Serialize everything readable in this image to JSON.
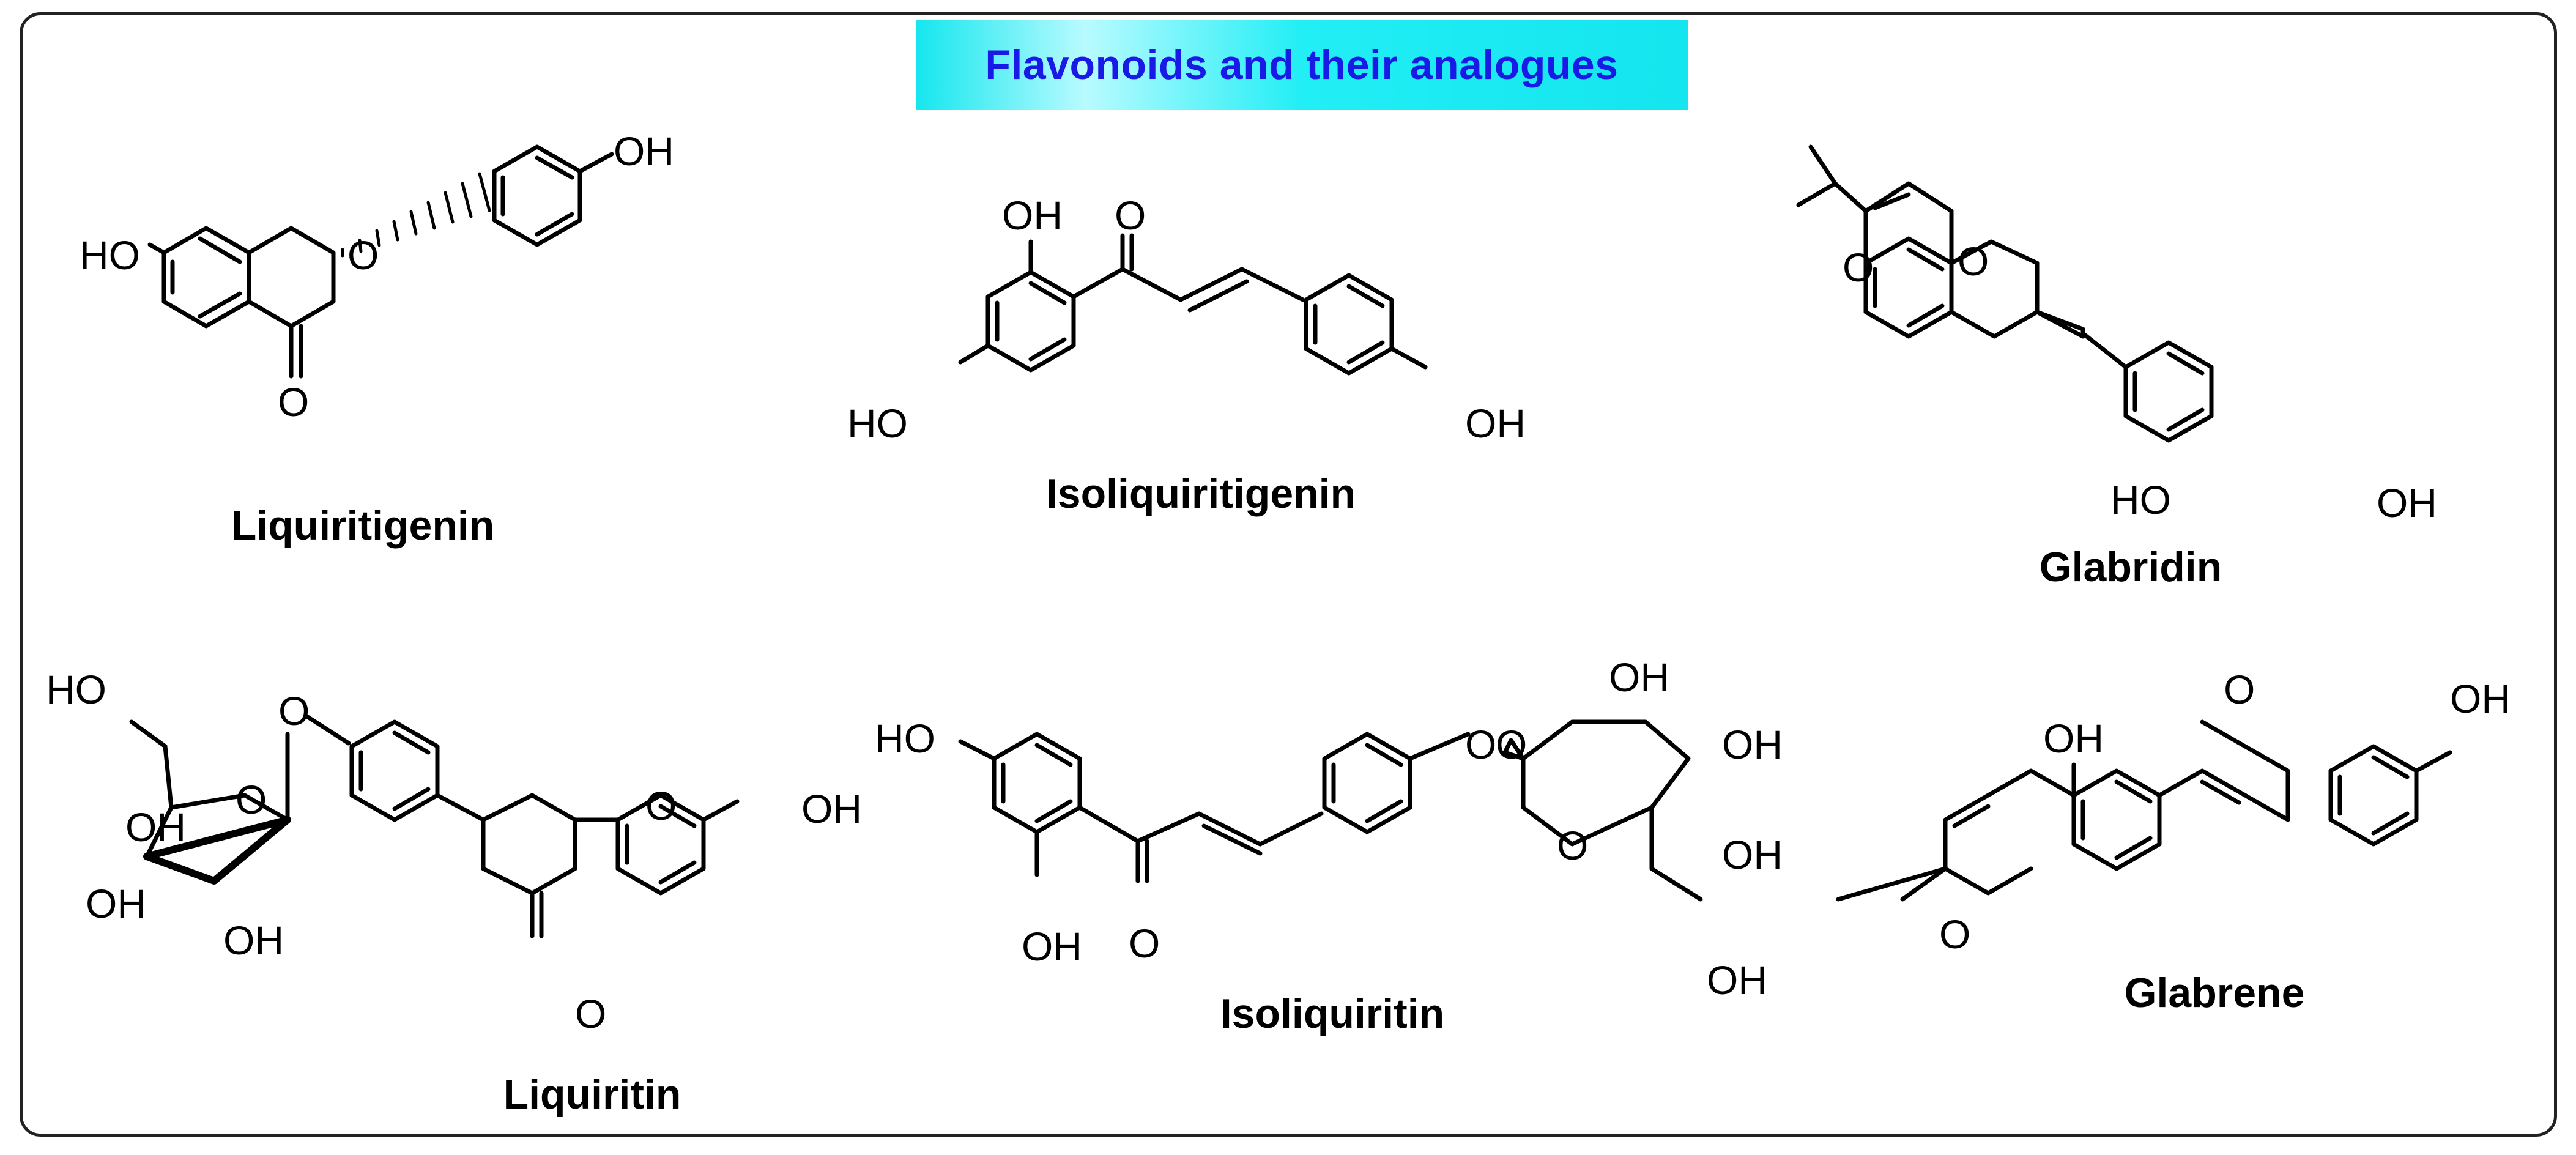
{
  "title": "Flavonoids and their analogues",
  "compounds": [
    {
      "name": "Liquiritigenin",
      "labels": [
        "HO",
        "O",
        "OH",
        "O"
      ]
    },
    {
      "name": "Isoliquiritigenin",
      "labels": [
        "OH",
        "O",
        "HO",
        "OH"
      ]
    },
    {
      "name": "Glabridin",
      "labels": [
        "O",
        "O",
        "HO",
        "OH"
      ]
    },
    {
      "name": "Liquiritin",
      "labels": [
        "HO",
        "O",
        "O",
        "OH",
        "OH",
        "OH",
        "O",
        "OH",
        "O"
      ]
    },
    {
      "name": "Isoliquiritin",
      "labels": [
        "HO",
        "OH",
        "O",
        "O",
        "OH",
        "OH",
        "O",
        "OH",
        "OH",
        "O"
      ]
    },
    {
      "name": "Glabrene",
      "labels": [
        "OH",
        "O",
        "OH",
        "O"
      ]
    }
  ]
}
